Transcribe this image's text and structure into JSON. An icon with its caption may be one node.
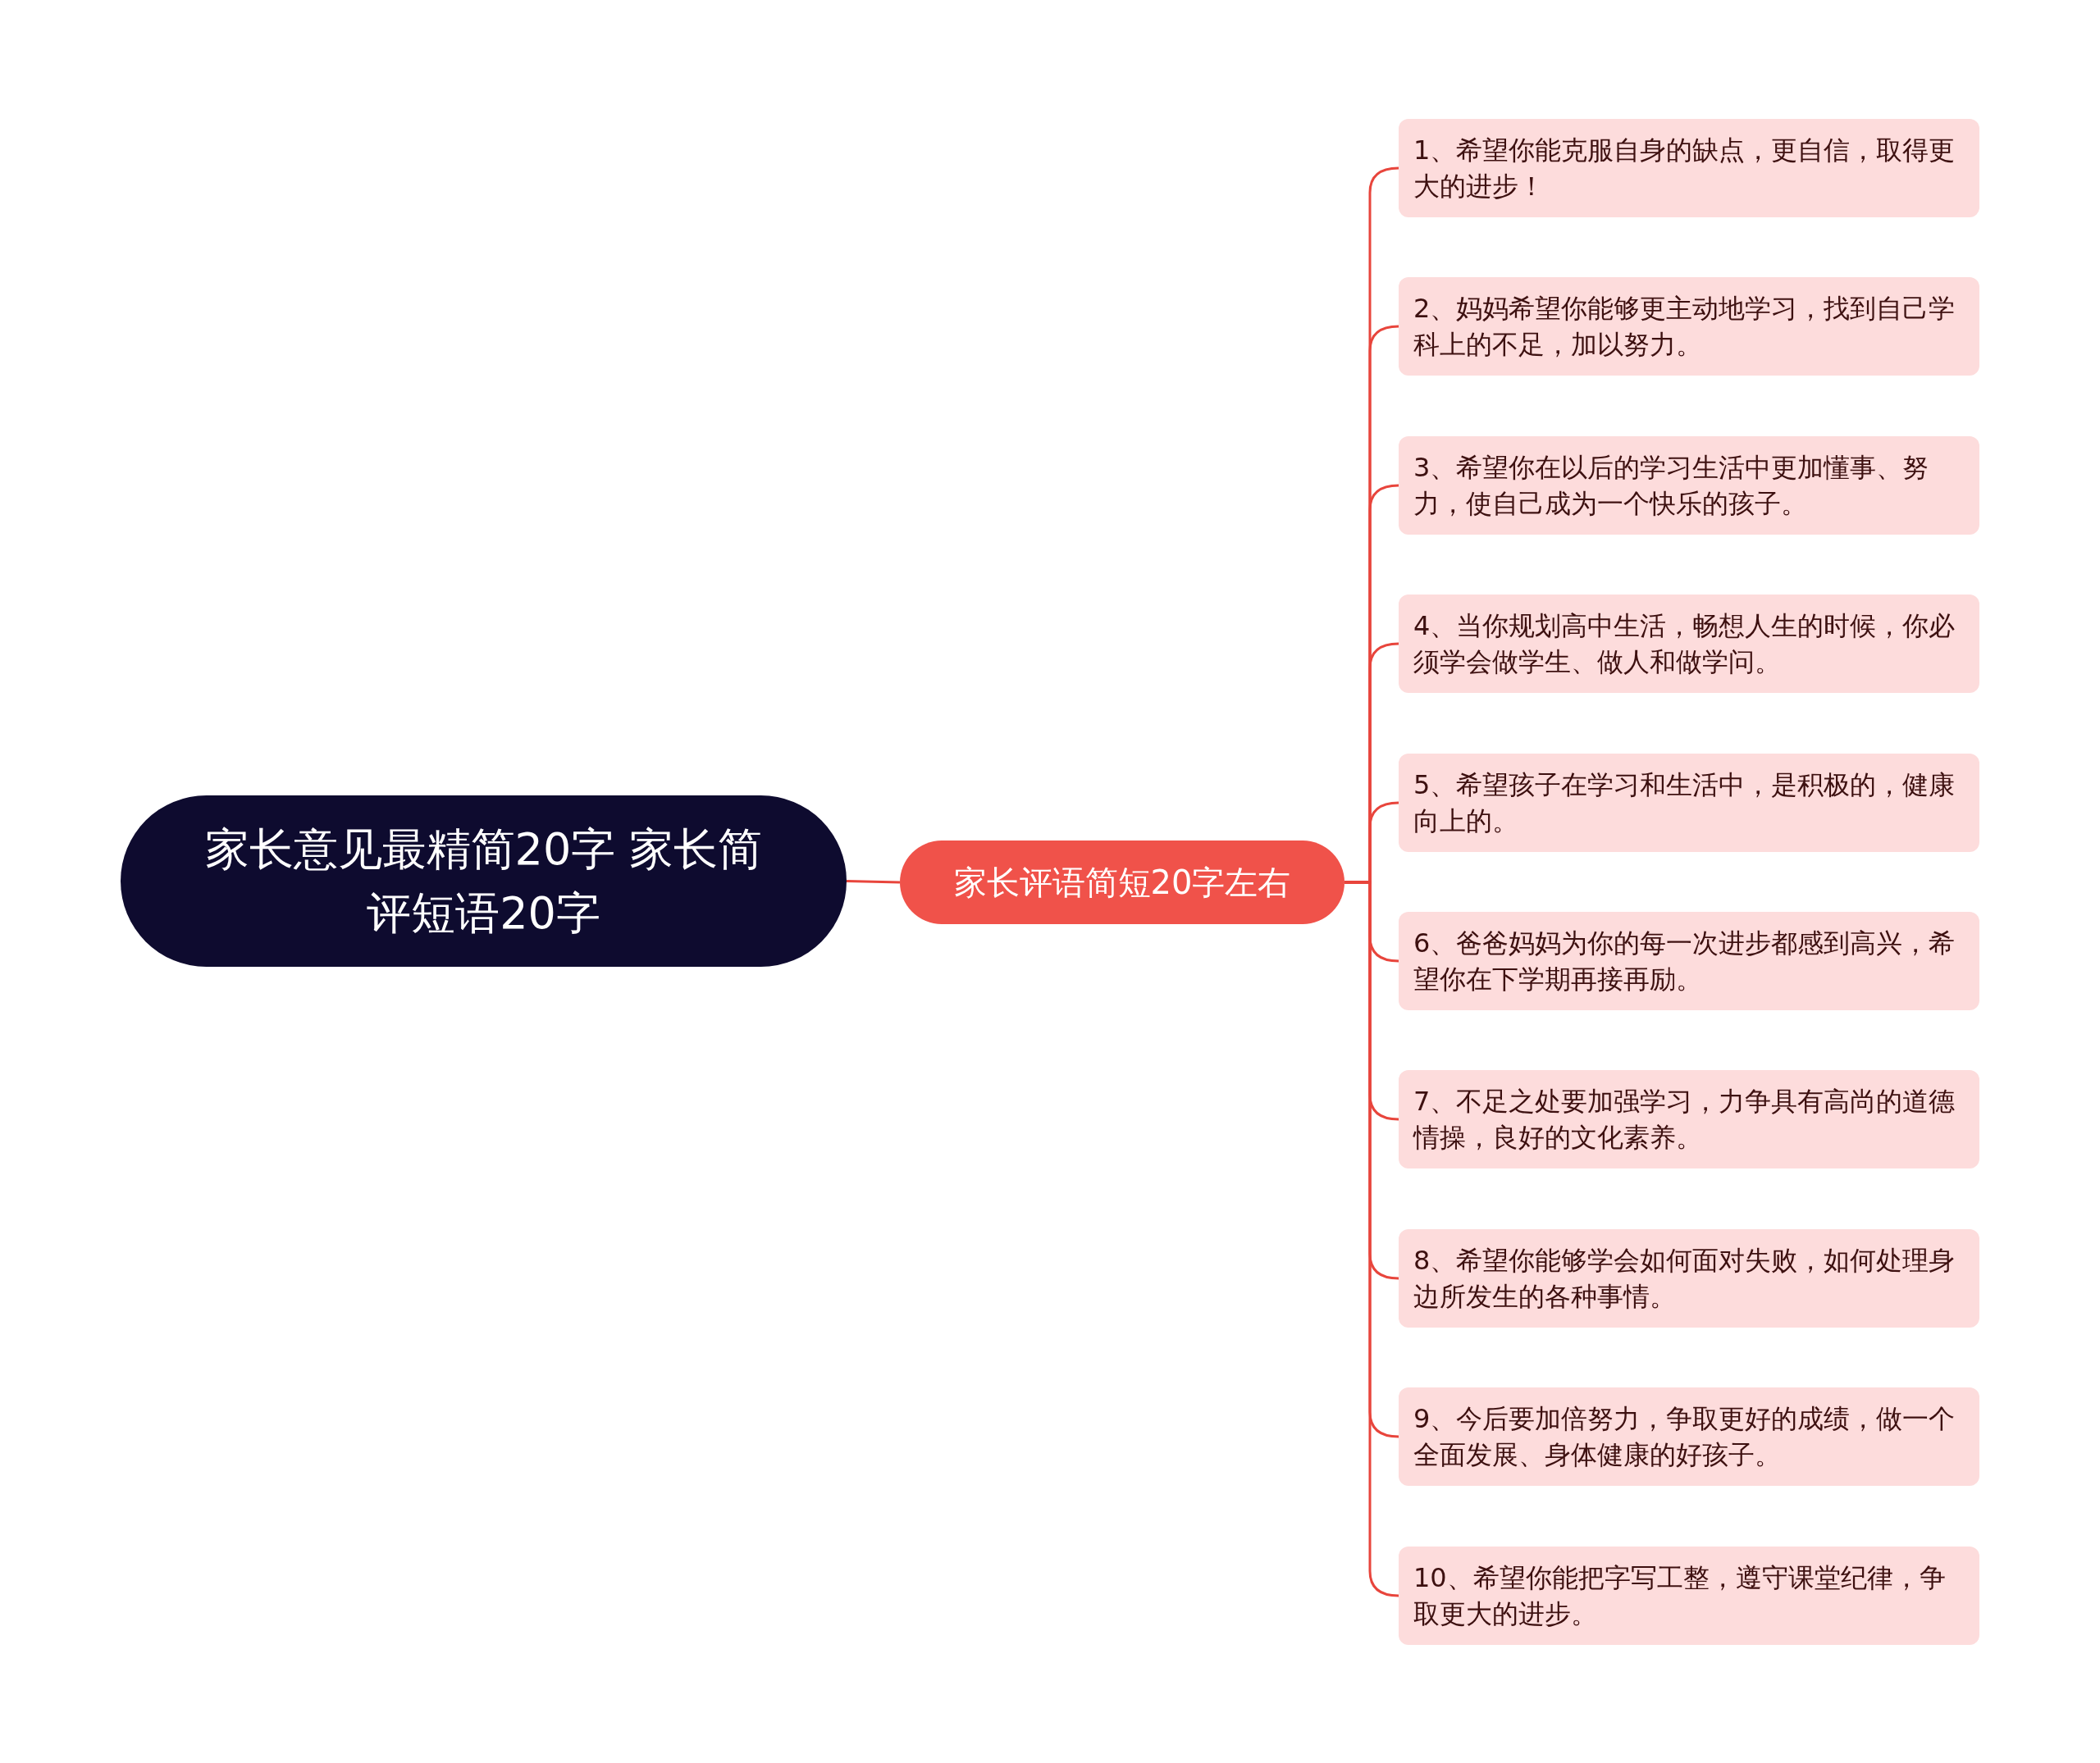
{
  "diagram": {
    "nodes": [
      {
        "text": [
          "家长意见最精简20字 家长简评短语20字"
        ]
      },
      {
        "text": [
          "家长评语简短20字左右"
        ]
      },
      {
        "text": [
          "1、希望你能克服自身的缺点，更自信，取得更大的进步！"
        ]
      },
      {
        "text": [
          "2、妈妈希望你能够更主动地学习，找到自己学科上的不足，加以努力。"
        ]
      },
      {
        "text": [
          "3、希望你在以后的学习生活中更加懂事、努力，使自己成为一个快乐的孩子。"
        ]
      },
      {
        "text": [
          "4、当你规划高中生活，畅想人生的时候，你必须学会做学生、做人和做学问。"
        ]
      },
      {
        "text": [
          "5、希望孩子在学习和生活中，是积极的，健康向上的。"
        ]
      },
      {
        "text": [
          "6、爸爸妈妈为你的每一次进步都感到高兴，希望你在下学期再接再励。"
        ]
      },
      {
        "text": [
          "7、不足之处要加强学习，力争具有高尚的道德情操，良好的文化素养。"
        ]
      },
      {
        "text": [
          "8、希望你能够学会如何面对失败，如何处理身边所发生的各种事情。"
        ]
      },
      {
        "text": [
          "9、今后要加倍努力，争取更好的成绩，做一个全面发展、身体健康的好孩子。"
        ]
      },
      {
        "text": [
          "10、希望你能把字写工整，遵守课堂纪律，争取更大的进步。"
        ]
      }
    ],
    "edges": [
      {
        "from": 0,
        "to": 1,
        "arrow": "none"
      },
      {
        "from": 1,
        "to": 2,
        "arrow": "none"
      },
      {
        "from": 1,
        "to": 3,
        "arrow": "none"
      },
      {
        "from": 1,
        "to": 4,
        "arrow": "none"
      },
      {
        "from": 1,
        "to": 5,
        "arrow": "none"
      },
      {
        "from": 1,
        "to": 6,
        "arrow": "none"
      },
      {
        "from": 1,
        "to": 7,
        "arrow": "none"
      },
      {
        "from": 1,
        "to": 8,
        "arrow": "none"
      },
      {
        "from": 1,
        "to": 9,
        "arrow": "none"
      },
      {
        "from": 1,
        "to": 10,
        "arrow": "none"
      },
      {
        "from": 1,
        "to": 11,
        "arrow": "none"
      }
    ]
  }
}
